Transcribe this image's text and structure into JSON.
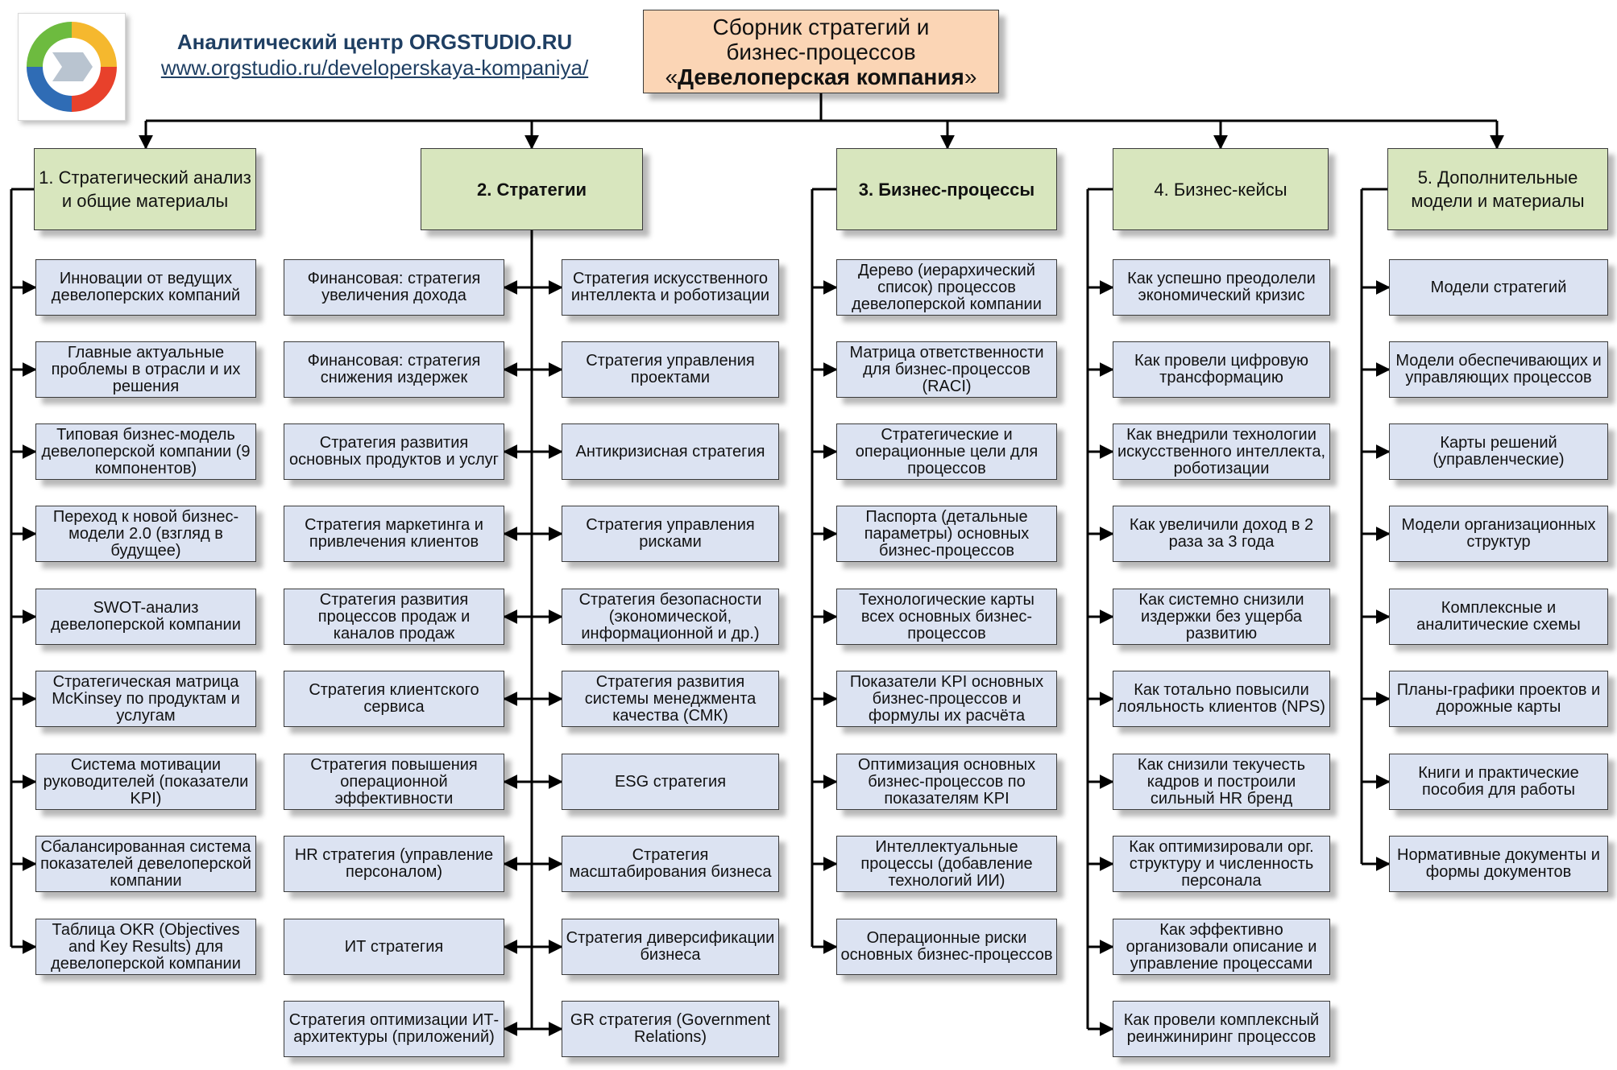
{
  "header": {
    "org_name": "Аналитический центр ORGSTUDIO.RU",
    "url": "www.orgstudio.ru/developerskaya-kompaniya/"
  },
  "root": {
    "line1": "Сборник стратегий и",
    "line2": "бизнес-процессов",
    "quote_open": "«",
    "title_bold": "Девелоперская компания",
    "quote_close": "»"
  },
  "colors": {
    "root_fill": "#fbd5b5",
    "category_fill": "#d8e6be",
    "item_fill": "#dce3f2",
    "link_color": "#1f3f63"
  },
  "columns": [
    {
      "title": "1. Стратегический анализ и общие материалы",
      "items": [
        "Инновации от ведущих девелоперских компаний",
        "Главные актуальные проблемы в отрасли и их решения",
        "Типовая бизнес-модель девелоперской компании (9 компонентов)",
        "Переход к новой бизнес-модели 2.0 (взгляд в будущее)",
        "SWOT-анализ девелоперской компании",
        "Стратегическая матрица McKinsey по продуктам и услугам",
        "Система мотивации руководителей (показатели KPI)",
        "Сбалансированная система показателей девелоперской компании",
        "Таблица OKR (Objectives and Key Results) для девелоперской компании"
      ]
    },
    {
      "title": "2. Стратегии",
      "left_items": [
        "Финансовая: стратегия увеличения дохода",
        "Финансовая: стратегия снижения издержек",
        "Стратегия развития основных продуктов и услуг",
        "Стратегия маркетинга и привлечения клиентов",
        "Стратегия развития процессов продаж и каналов продаж",
        "Стратегия клиентского сервиса",
        "Стратегия повышения операционной эффективности",
        "HR стратегия (управление персоналом)",
        "ИТ стратегия",
        "Стратегия оптимизации ИТ-архитектуры (приложений)"
      ],
      "right_items": [
        "Стратегия искусственного интеллекта и роботизации",
        "Стратегия управления проектами",
        "Антикризисная стратегия",
        "Стратегия управления рисками",
        "Стратегия безопасности (экономической, информационной и др.)",
        "Стратегия развития системы менеджмента качества (СМК)",
        "ESG стратегия",
        "Стратегия масштабирования бизнеса",
        "Стратегия диверсификации бизнеса",
        "GR стратегия (Government Relations)"
      ]
    },
    {
      "title": "3. Бизнес-процессы",
      "items": [
        "Дерево (иерархический список) процессов девелоперской компании",
        "Матрица ответственности для бизнес-процессов (RACI)",
        "Стратегические и операционные цели для процессов",
        "Паспорта (детальные параметры) основных бизнес-процессов",
        "Технологические карты всех основных бизнес-процессов",
        "Показатели KPI основных бизнес-процессов и формулы их расчёта",
        "Оптимизация основных бизнес-процессов по показателям KPI",
        "Интеллектуальные процессы (добавление технологий ИИ)",
        "Операционные риски основных бизнес-процессов"
      ]
    },
    {
      "title": "4. Бизнес-кейсы",
      "items": [
        "Как успешно преодолели экономический кризис",
        "Как провели цифровую трансформацию",
        "Как внедрили технологии искусственного интеллекта, роботизации",
        "Как увеличили доход в 2 раза за 3 года",
        "Как системно снизили издержки без ущерба развитию",
        "Как тотально повысили лояльность клиентов (NPS)",
        "Как снизили текучесть кадров и построили сильный HR бренд",
        "Как оптимизировали орг. структуру и численность персонала",
        "Как эффективно организовали описание и управление процессами",
        "Как провели комплексный реинжиниринг процессов"
      ]
    },
    {
      "title": "5. Дополнительные модели и материалы",
      "items": [
        "Модели стратегий",
        "Модели обеспечивающих и управляющих процессов",
        "Карты решений (управленческие)",
        "Модели организационных структур",
        "Комплексные и аналитические схемы",
        "Планы-графики проектов и дорожные карты",
        "Книги и практические пособия для работы",
        "Нормативные документы и формы документов"
      ]
    }
  ]
}
